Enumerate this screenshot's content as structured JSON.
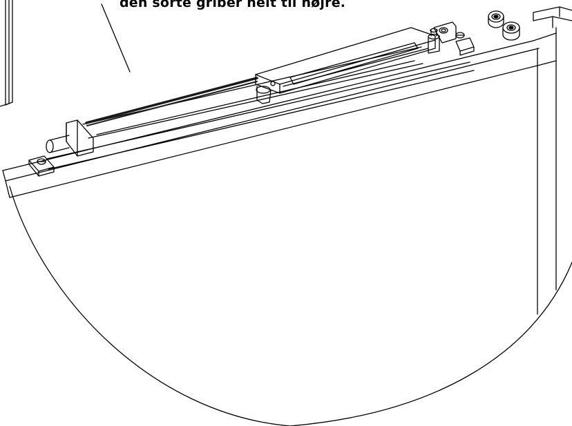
{
  "caption": "den sorte griber helt til højre.",
  "colors": {
    "line": "#000000",
    "background": "#ffffff",
    "rack": "#1a1a1a"
  },
  "parts": {
    "slider_rail": "slide-rail",
    "gripper": "black-gripper",
    "end_stop": "end-stop-block",
    "rollers": "guide-rollers",
    "door_panel": "door-panel"
  }
}
